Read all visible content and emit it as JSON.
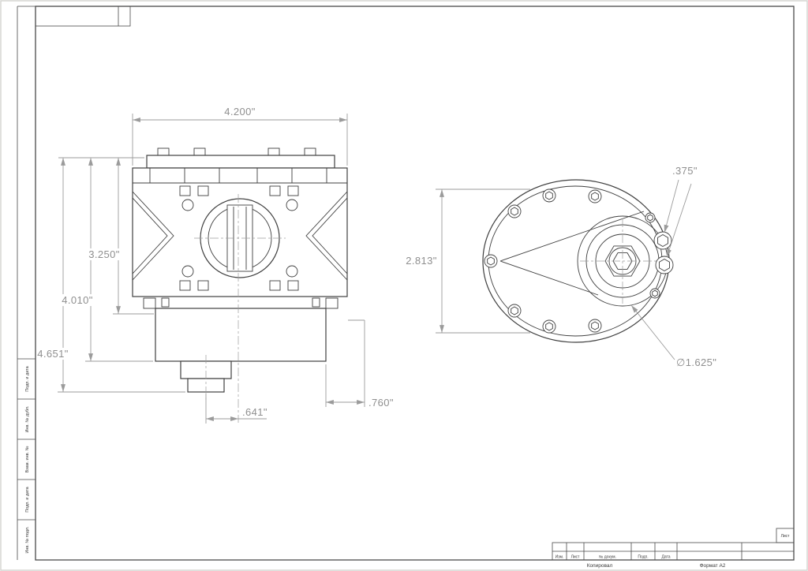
{
  "views": {
    "side": {
      "dim_width": "4.200\"",
      "dim_height_a": "3.250\"",
      "dim_height_b": "4.010\"",
      "dim_height_c": "4.651\"",
      "dim_offset": ".641\"",
      "dim_step": ".760\""
    },
    "end": {
      "dim_height": "2.813\"",
      "dim_port": ".375\"",
      "dim_bore": "∅1.625\""
    }
  },
  "title_block": {
    "copied_label": "Копировал",
    "format_label": "Формат А2",
    "sheet_label": "Лист",
    "columns": [
      "Изм.",
      "Лист",
      "№ докум.",
      "Подп.",
      "Дата"
    ]
  },
  "margin_stamps": [
    "Подп. и дата",
    "Инв. № дубл.",
    "Взам. инв. №",
    "Подп. и дата",
    "Инв. № подл."
  ]
}
